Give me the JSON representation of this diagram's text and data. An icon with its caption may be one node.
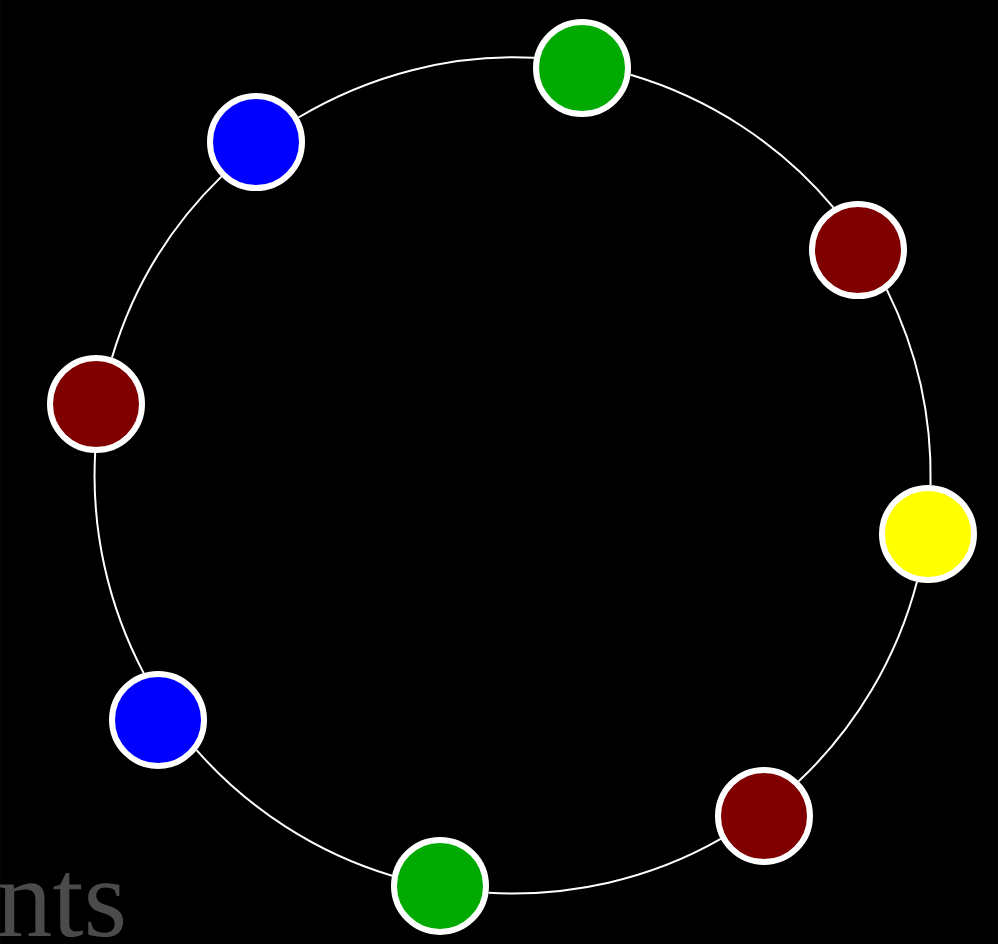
{
  "diagram": {
    "nodes": [
      {
        "text": [],
        "shape": "circle"
      },
      {
        "text": [],
        "shape": "circle"
      },
      {
        "text": [],
        "shape": "circle"
      },
      {
        "text": [],
        "shape": "circle"
      },
      {
        "text": [],
        "shape": "circle"
      },
      {
        "text": [],
        "shape": "circle"
      },
      {
        "text": [],
        "shape": "circle"
      },
      {
        "text": [],
        "shape": "circle"
      }
    ],
    "edges": [
      {
        "from": 0,
        "to": 1,
        "arrow": "none"
      },
      {
        "from": 1,
        "to": 2,
        "arrow": "none"
      },
      {
        "from": 2,
        "to": 3,
        "arrow": "none"
      },
      {
        "from": 3,
        "to": 4,
        "arrow": "none"
      },
      {
        "from": 4,
        "to": 5,
        "arrow": "none"
      },
      {
        "from": 5,
        "to": 6,
        "arrow": "none"
      },
      {
        "from": 6,
        "to": 7,
        "arrow": "none"
      },
      {
        "from": 7,
        "to": 0,
        "arrow": "none"
      }
    ],
    "labels": [
      "nts"
    ]
  }
}
